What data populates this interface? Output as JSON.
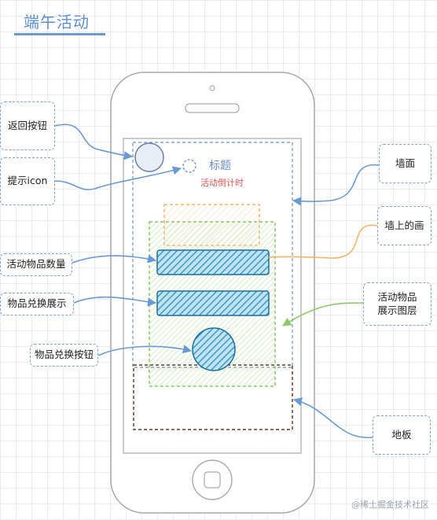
{
  "title": "端午活动",
  "phone": {
    "heading": "标题",
    "countdown": "活动倒计时"
  },
  "annotations": {
    "back_button": "返回按钮",
    "hint_icon": "提示icon",
    "activity_item_count": "活动物品数量",
    "item_exchange_display": "物品兑换展示",
    "item_exchange_button": "物品兑换按钮",
    "wall": "墙面",
    "wall_painting": "墙上的画",
    "item_display_layer": "活动物品\n展示图层",
    "floor": "地板"
  },
  "watermark": "@稀土掘金技术社区",
  "colors": {
    "blue": "#5b8fd1",
    "orange": "#f0b66b",
    "green": "#8cc86a",
    "brown": "#6b3d22",
    "red": "#e0554f"
  }
}
